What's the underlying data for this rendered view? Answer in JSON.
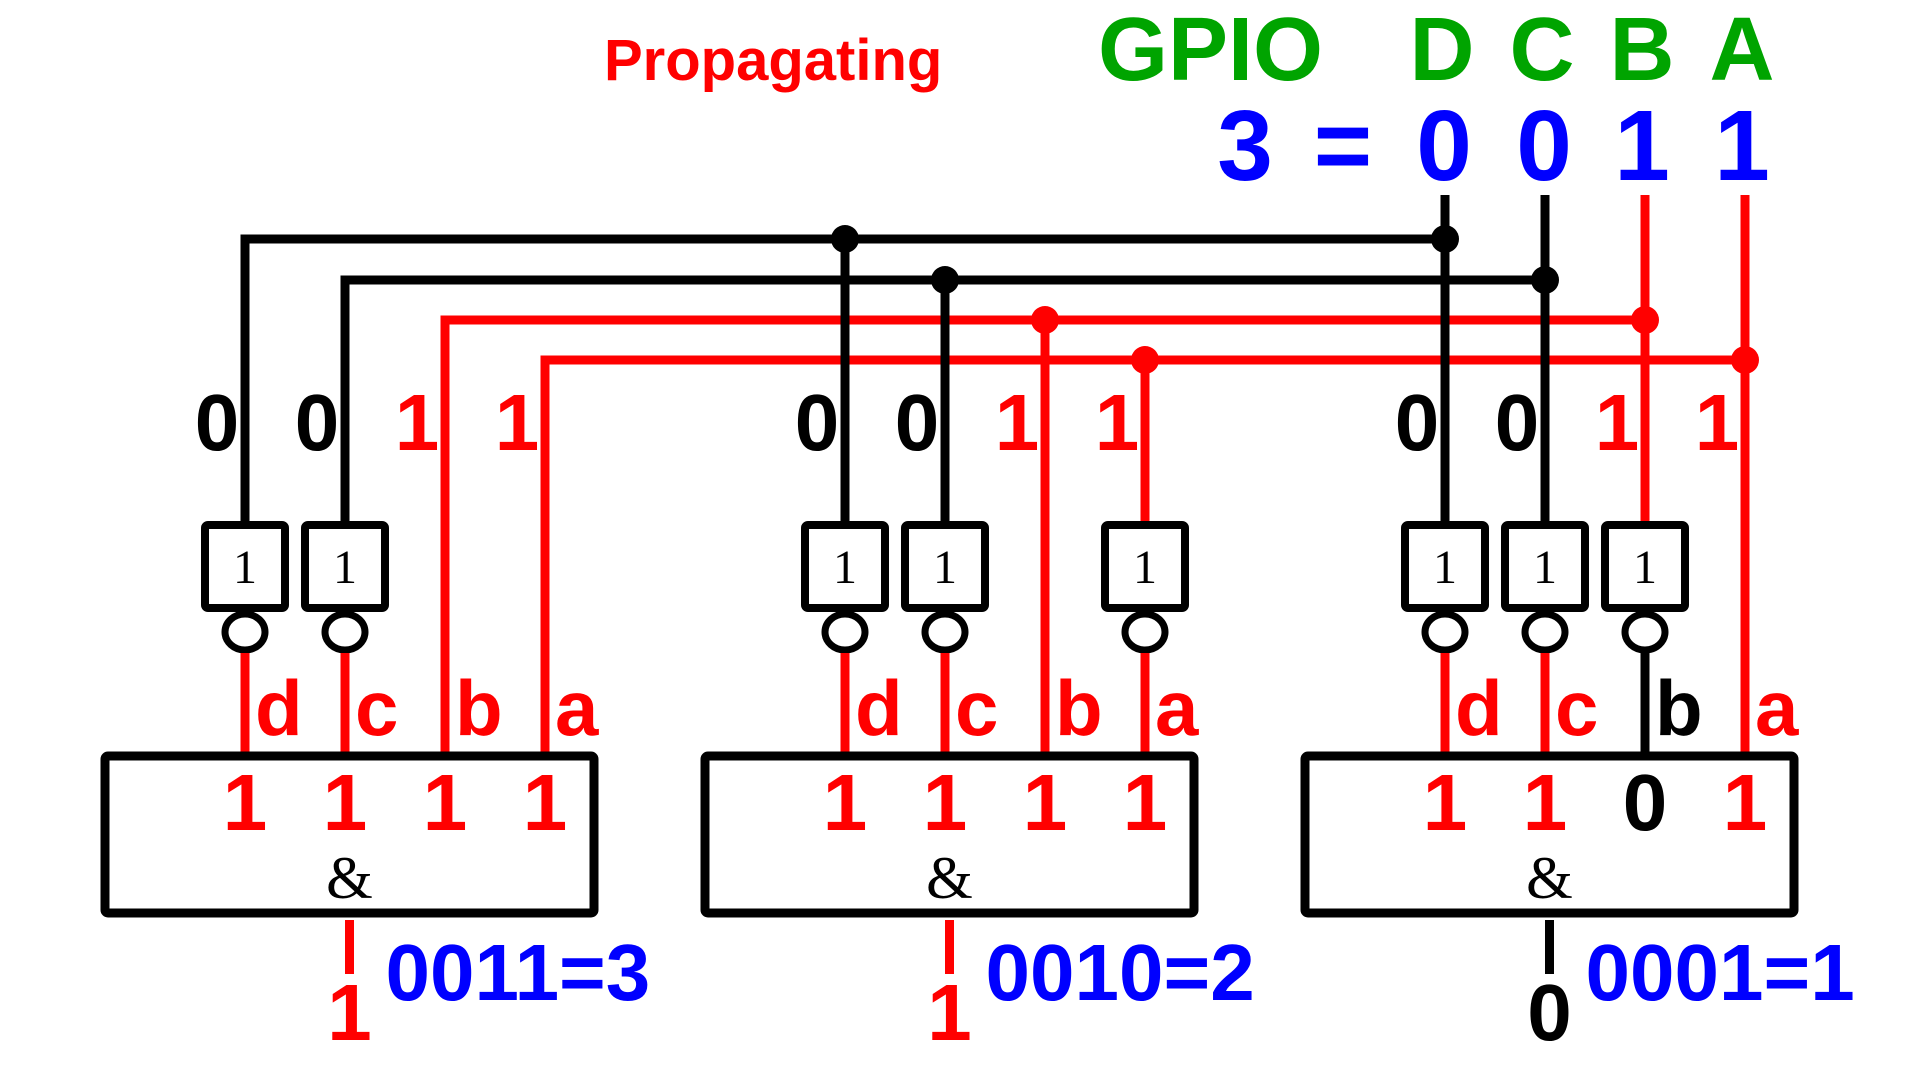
{
  "header": {
    "status": "Propagating",
    "gpio_label": "GPIO",
    "pins": [
      "D",
      "C",
      "B",
      "A"
    ],
    "value": "3",
    "equals": "=",
    "bits": [
      "0",
      "0",
      "1",
      "1"
    ]
  },
  "colors": {
    "high": "#ff0000",
    "low": "#000000",
    "status": "#ff0000",
    "gpio": "#00a400",
    "value": "#0000ff",
    "result": "#0000ff"
  },
  "not_symbol": "1",
  "and_symbol": "&",
  "input_letters": [
    "d",
    "c",
    "b",
    "a"
  ],
  "decoders": [
    {
      "input_values": [
        "0",
        "0",
        "1",
        "1"
      ],
      "inverted": [
        true,
        true,
        false,
        false
      ],
      "and_inputs": [
        "1",
        "1",
        "1",
        "1"
      ],
      "output": "1",
      "match": "0011=3"
    },
    {
      "input_values": [
        "0",
        "0",
        "1",
        "1"
      ],
      "inverted": [
        true,
        true,
        false,
        true
      ],
      "and_inputs": [
        "1",
        "1",
        "1",
        "1"
      ],
      "output": "1",
      "match": "0010=2"
    },
    {
      "input_values": [
        "0",
        "0",
        "1",
        "1"
      ],
      "inverted": [
        true,
        true,
        true,
        false
      ],
      "and_inputs": [
        "1",
        "1",
        "0",
        "1"
      ],
      "output": "0",
      "match": "0001=1"
    }
  ]
}
